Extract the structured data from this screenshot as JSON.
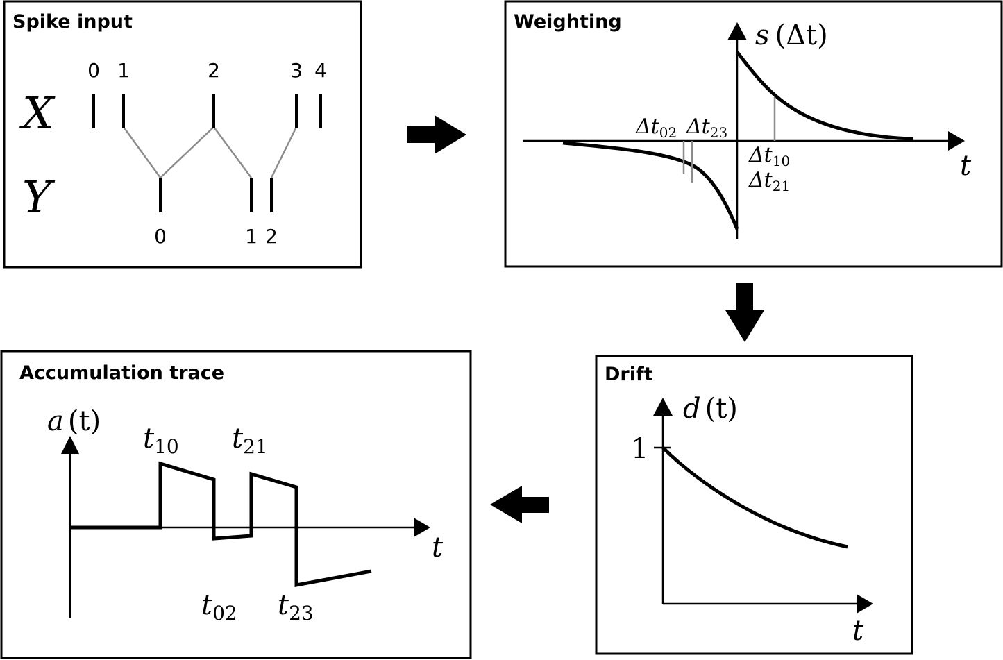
{
  "panels": {
    "spike_input": {
      "title": "Spike input",
      "row_x": "X",
      "row_y": "Y",
      "x_spike_labels": [
        "0",
        "1",
        "2",
        "3",
        "4"
      ],
      "y_spike_labels": [
        "0",
        "1",
        "2"
      ]
    },
    "weighting": {
      "title": "Weighting",
      "y_label_fn": "s",
      "y_label_arg": "(Δt)",
      "x_label": "t",
      "dt02": "Δt",
      "dt02_sub": "02",
      "dt23": "Δt",
      "dt23_sub": "23",
      "dt10": "Δt",
      "dt10_sub": "10",
      "dt21": "Δt",
      "dt21_sub": "21"
    },
    "drift": {
      "title": "Drift",
      "y_label_fn": "d",
      "y_label_arg": "(t)",
      "x_label": "t",
      "tick_label": "1"
    },
    "accumulation": {
      "title": "Accumulation trace",
      "y_label_fn": "a",
      "y_label_arg": "(t)",
      "x_label": "t",
      "t10": "t",
      "t10_sub": "10",
      "t21": "t",
      "t21_sub": "21",
      "t02": "t",
      "t02_sub": "02",
      "t23": "t",
      "t23_sub": "23"
    }
  },
  "colors": {
    "ink": "#000000",
    "connector": "#8c8c8c",
    "background": "#ffffff"
  }
}
